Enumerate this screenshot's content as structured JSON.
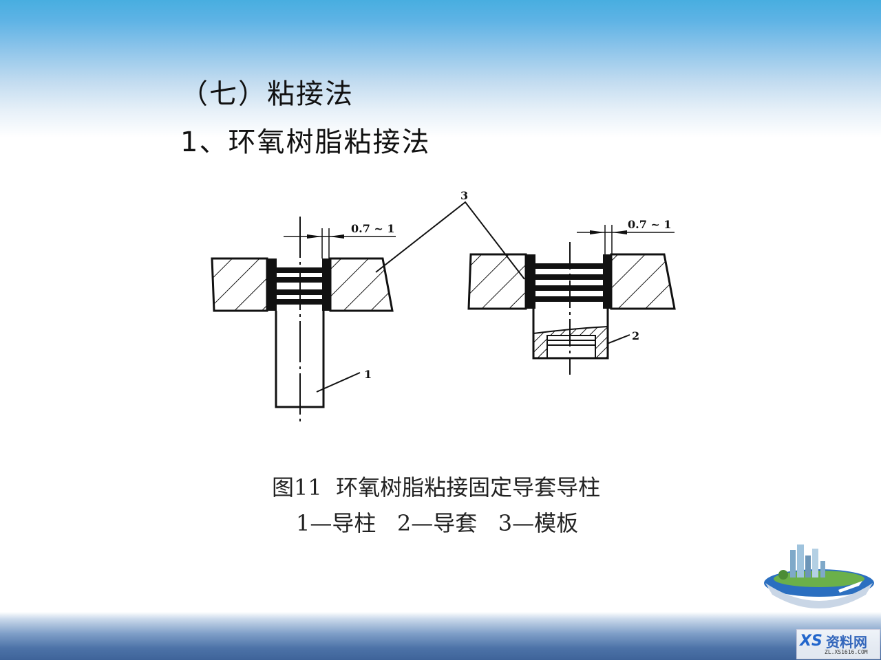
{
  "slide": {
    "section_title": "（七）粘接法",
    "subtitle": "1、环氧树脂粘接法"
  },
  "diagram": {
    "dimension_left": "0.7 ~ 1",
    "dimension_right": "0.7 ~ 1",
    "label_1": "1",
    "label_2": "2",
    "label_3": "3"
  },
  "caption": {
    "line1": "图11  环氧树脂粘接固定导套导柱",
    "line2": "1—导柱   2—导套   3—模板"
  },
  "legend": [
    {
      "number": "1",
      "name": "导柱"
    },
    {
      "number": "2",
      "name": "导套"
    },
    {
      "number": "3",
      "name": "模板"
    }
  ],
  "watermark": {
    "logo": "XS",
    "text": "资料网",
    "url": "ZL.XS1616.COM"
  },
  "colors": {
    "header_blue": "#48aee0",
    "footer_blue": "#3e6399",
    "line": "#111111"
  }
}
